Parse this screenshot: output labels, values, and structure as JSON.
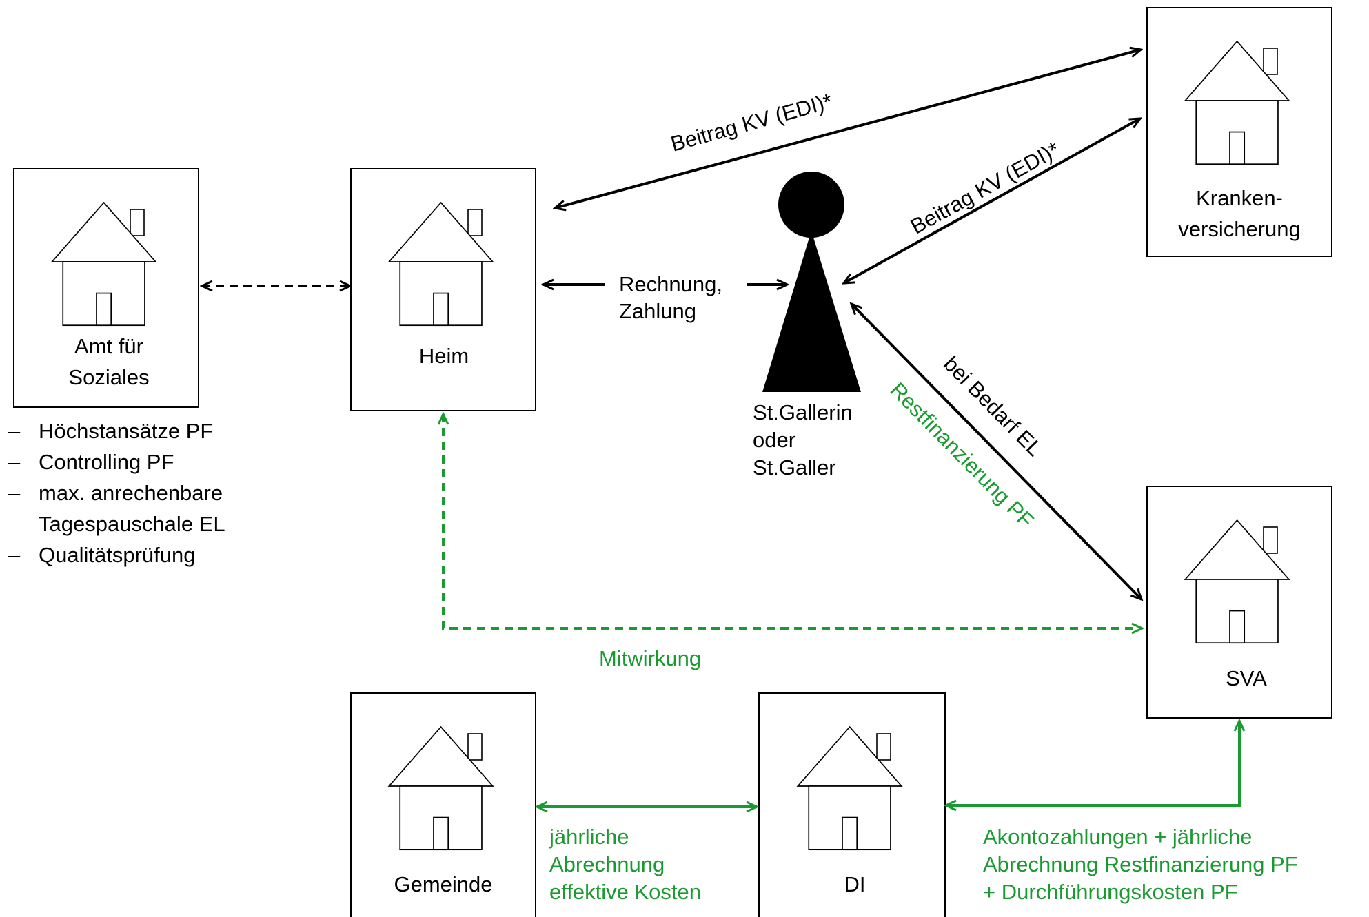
{
  "colors": {
    "black": "#000000",
    "green": "#1a9a31"
  },
  "nodes": {
    "amt": {
      "label_lines": [
        "Amt für",
        "Soziales"
      ],
      "icon": "house-icon"
    },
    "heim": {
      "label": "Heim",
      "icon": "house-icon"
    },
    "kv": {
      "label_lines": [
        "Kranken-",
        "versicherung"
      ],
      "icon": "house-icon"
    },
    "sva": {
      "label": "SVA",
      "icon": "house-icon"
    },
    "gemeinde": {
      "label": "Gemeinde",
      "icon": "house-icon"
    },
    "di": {
      "label": "DI",
      "icon": "house-icon"
    },
    "person": {
      "label_lines": [
        "St.Gallerin",
        "oder",
        "St.Galler"
      ],
      "icon": "person-icon"
    }
  },
  "edges": {
    "beitrag_heim": "Beitrag KV  (EDI)*",
    "beitrag_person": "Beitrag KV (EDI)*",
    "rechnung_lines": [
      "Rechnung,",
      "Zahlung"
    ],
    "bedarf": "bei Bedarf EL",
    "restfinanzierung": "Restfinanzierung PF",
    "mitwirkung": "Mitwirkung",
    "abrechnung_lines": [
      "jährliche",
      "Abrechnung",
      "effektive Kosten"
    ],
    "akonto_lines": [
      "Akontozahlungen + jährliche",
      "Abrechnung Restfinanzierung PF",
      "+ Durchführungskosten PF"
    ]
  },
  "amt_tasks": [
    "Höchstansätze PF",
    "Controlling PF",
    "max. anrechenbare\nTagespauschale EL",
    "Qualitätsprüfung"
  ],
  "bullet_glyph": "–"
}
